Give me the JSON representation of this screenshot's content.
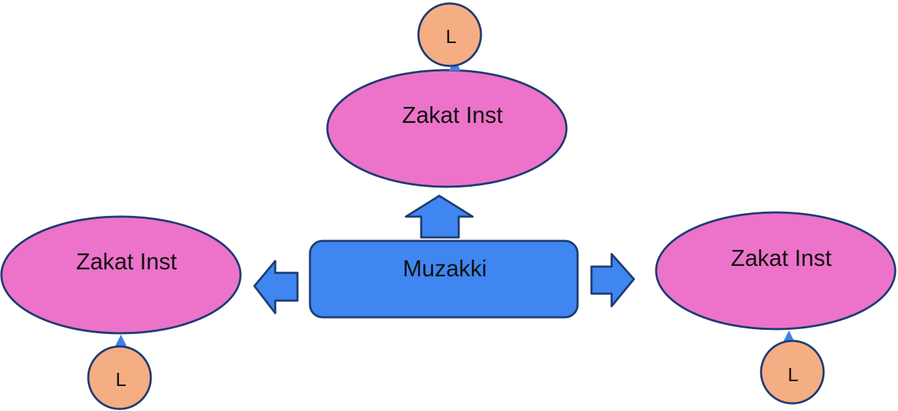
{
  "diagram": {
    "center_node": {
      "label": "Muzakki"
    },
    "institutions": [
      {
        "label": "Zakat Inst",
        "badge": "L"
      },
      {
        "label": "Zakat Inst",
        "badge": "L"
      },
      {
        "label": "Zakat Inst",
        "badge": "L"
      }
    ]
  },
  "colors": {
    "center_fill": "#3F86F0",
    "ellipse_fill": "#EC73C9",
    "badge_fill": "#F5AD84",
    "outline": "#1E3C72",
    "connector": "#3B82E6"
  }
}
